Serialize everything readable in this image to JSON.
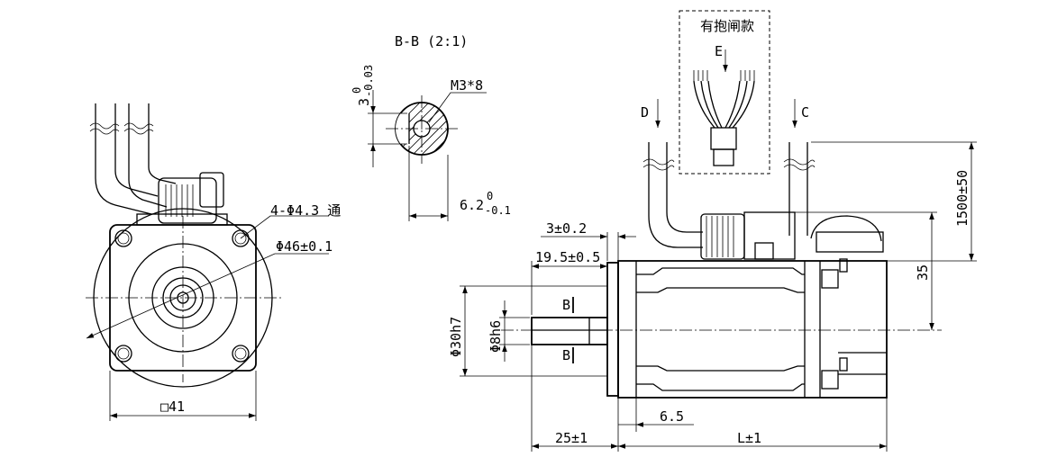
{
  "labels": {
    "section_title": "B-B (2:1)",
    "brake_note": "有抱闸款",
    "view_c": "C",
    "view_d": "D",
    "view_e": "E",
    "section_mark_top": "B",
    "section_mark_bottom": "B"
  },
  "dimensions": {
    "flat_depth_main": "3",
    "flat_depth_tol_upper": "0",
    "flat_depth_tol_lower": "-0.03",
    "thread": "M3*8",
    "flat_offset_main": "6.2",
    "flat_offset_tol_upper": "0",
    "flat_offset_tol_lower": "-0.1",
    "mount_holes": "4-Φ4.3 通",
    "pcd": "Φ46±0.1",
    "flange_square": "□41",
    "pilot_dia": "Φ30h7",
    "shaft_dia": "Φ8h6",
    "flange_thickness": "3±0.2",
    "shaft_length": "19.5±0.5",
    "cable_length": "1500±50",
    "connector_height": "35",
    "step": "6.5",
    "shaft_total": "25±1",
    "body_length": "L±1"
  }
}
